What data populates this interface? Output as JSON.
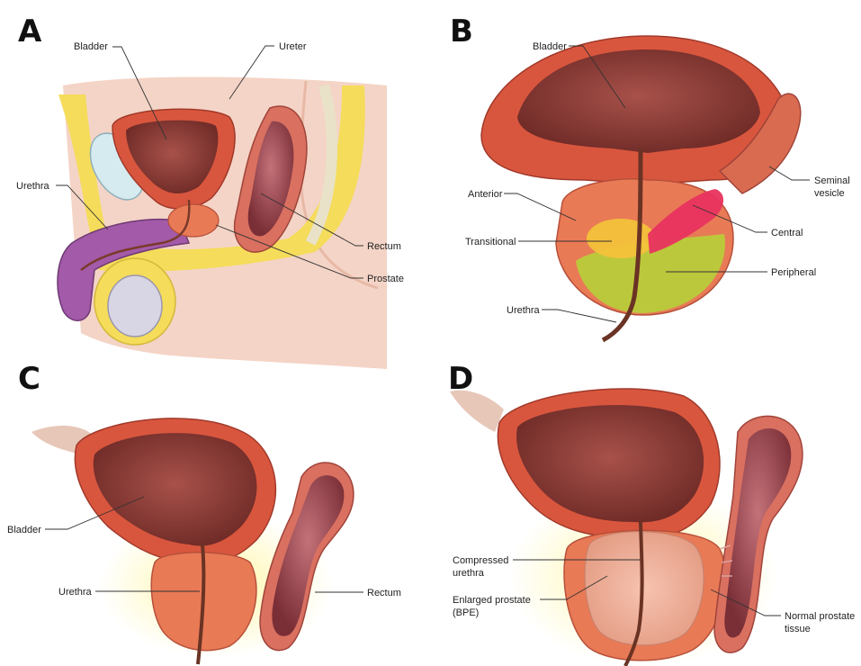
{
  "panels": {
    "A": {
      "letter": "A",
      "labels": {
        "bladder": "Bladder",
        "ureter": "Ureter",
        "urethra": "Urethra",
        "rectum": "Rectum",
        "prostate": "Prostate"
      }
    },
    "B": {
      "letter": "B",
      "labels": {
        "bladder": "Bladder",
        "seminal_1": "Seminal",
        "seminal_2": "vesicle",
        "anterior": "Anterior",
        "transitional": "Transitional",
        "central": "Central",
        "peripheral": "Peripheral",
        "urethra": "Urethra"
      }
    },
    "C": {
      "letter": "C",
      "labels": {
        "bladder": "Bladder",
        "urethra": "Urethra",
        "rectum": "Rectum"
      }
    },
    "D": {
      "letter": "D",
      "labels": {
        "compressed_1": "Compressed",
        "compressed_2": "urethra",
        "enlarged_1": "Enlarged prostate",
        "enlarged_2": "(BPE)",
        "normal_1": "Normal prostate",
        "normal_2": "tissue"
      }
    }
  },
  "colors": {
    "bladder_wall": "#d9563e",
    "bladder_inner": "#8e3a33",
    "prostate": "#e97a56",
    "transitional_zone": "#f3c23a",
    "central_zone": "#e8335f",
    "peripheral_zone": "#b9cc3a",
    "fat_yellow": "#f6e15a",
    "skin": "#f2cdbf",
    "rectum": "#a34a52"
  }
}
